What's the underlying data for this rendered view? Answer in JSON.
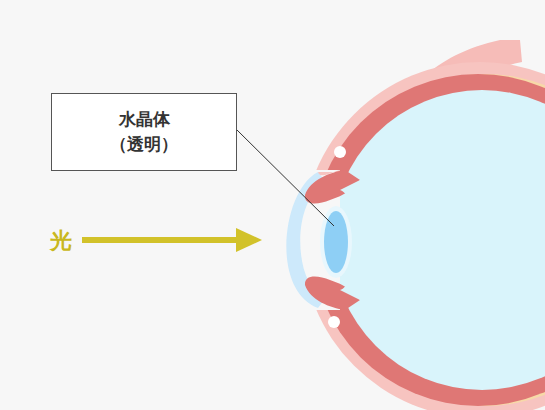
{
  "diagram": {
    "nodes": [
      {
        "text": [
          "水晶体",
          "（透明）"
        ]
      }
    ],
    "labels": [
      "光"
    ]
  }
}
